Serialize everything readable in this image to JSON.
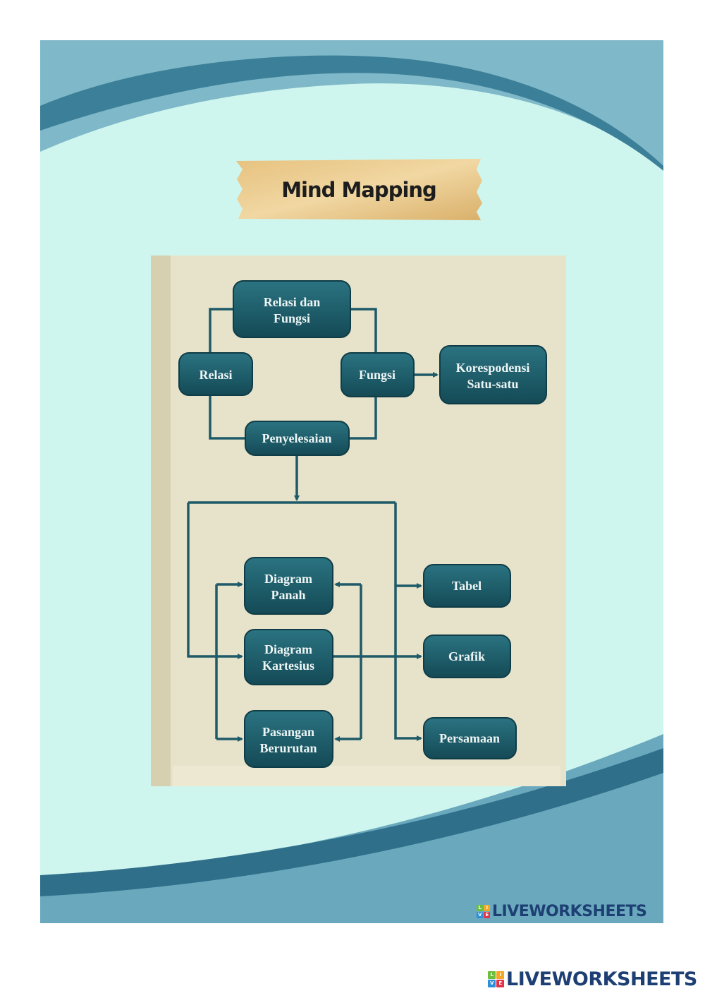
{
  "title": "Mind Mapping",
  "nodes": {
    "root": [
      "Relasi dan",
      "Fungsi"
    ],
    "relasi": "Relasi",
    "fungsi": "Fungsi",
    "korespondensi": [
      "Korespodensi",
      "Satu-satu"
    ],
    "penyelesaian": "Penyelesaian",
    "diagram_panah": [
      "Diagram",
      "Panah"
    ],
    "diagram_kartesius": [
      "Diagram",
      "Kartesius"
    ],
    "pasangan_berurutan": [
      "Pasangan",
      "Berurutan"
    ],
    "tabel": "Tabel",
    "grafik": "Grafik",
    "persamaan": "Persamaan"
  },
  "watermark": "LIVEWORKSHEETS",
  "logo_letters": [
    "L",
    "I",
    "V",
    "E"
  ],
  "colors": {
    "node": "#1c5b68",
    "line": "#1e5a68",
    "panel": "#e7e3cb",
    "mint": "#cff6ee",
    "wave": "#6aa9bd"
  }
}
